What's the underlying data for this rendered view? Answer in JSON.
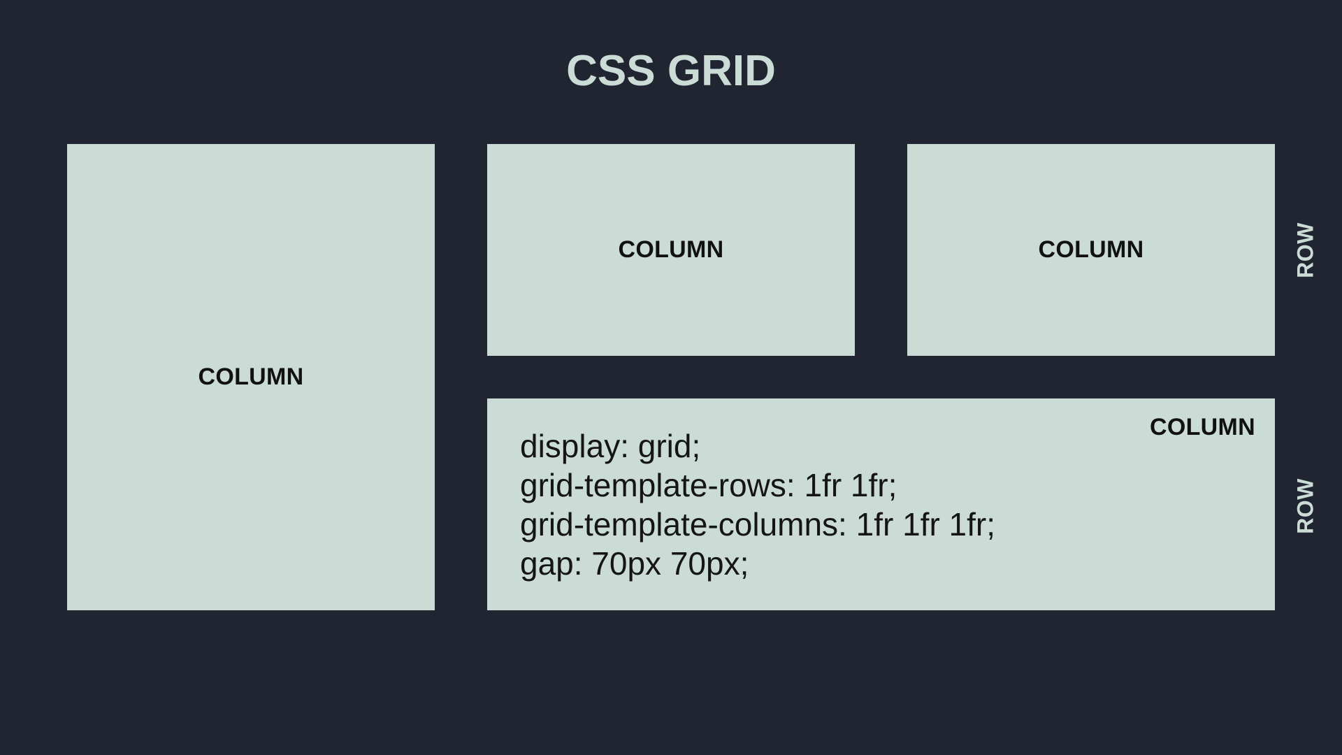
{
  "title": "CSS GRID",
  "cells": [
    {
      "label": "COLUMN"
    },
    {
      "label": "COLUMN"
    },
    {
      "label": "COLUMN"
    },
    {
      "label": "COLUMN"
    }
  ],
  "code_lines": [
    "display: grid;",
    "grid-template-rows: 1fr 1fr;",
    "grid-template-columns: 1fr 1fr 1fr;",
    "gap: 70px 70px;"
  ],
  "row_labels": [
    "ROW",
    "ROW"
  ],
  "colors": {
    "background": "#212431",
    "cell": "#cbdcd7",
    "text_dark": "#111111",
    "text_light": "#cbdcd7"
  }
}
